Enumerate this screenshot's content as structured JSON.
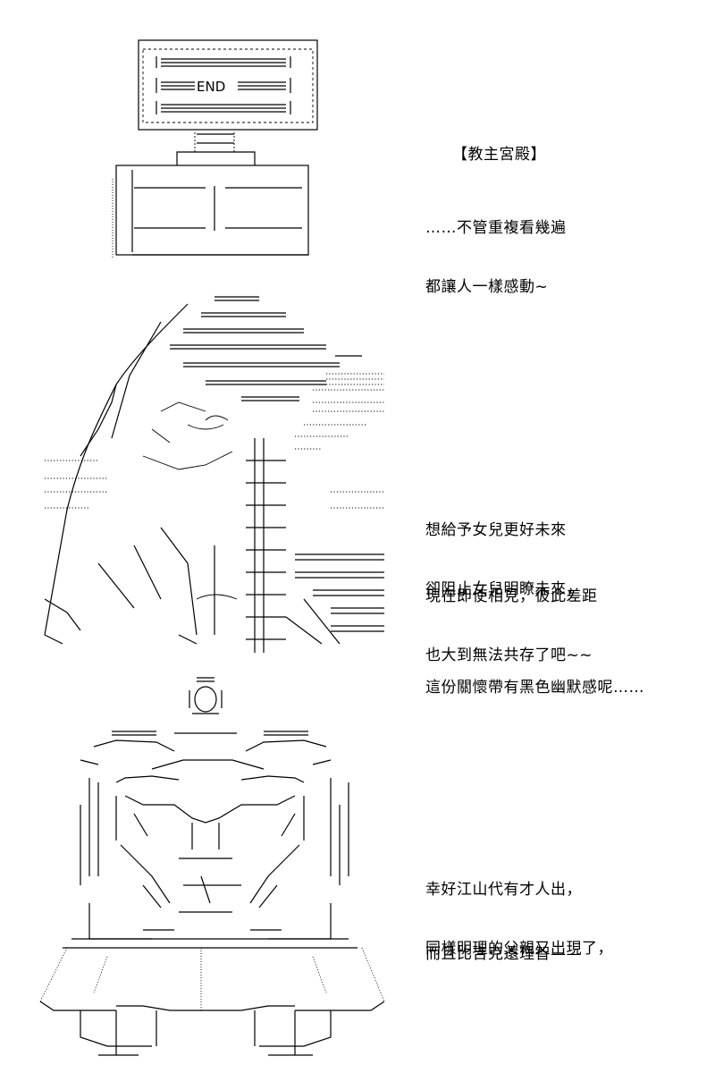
{
  "panel1": {
    "sign_text": "END",
    "title": "【教主宮殿】",
    "lines": [
      "……不管重複看幾遍",
      "都讓人一樣感動~"
    ]
  },
  "panel2": {
    "lines": [
      "想給予女兒更好未來",
      "卻阻止女兒明瞭未來，"
    ],
    "lines2": [
      "現在即使相見，彼此差距",
      "也大到無法共存了吧~~"
    ],
    "lines3": [
      "這份關懷帶有黑色幽默感呢……"
    ]
  },
  "panel3": {
    "lines": [
      "幸好江山代有才人出，",
      "同樣明理的父親又出現了，"
    ],
    "lines2": [
      "而且比吉克還理智——"
    ]
  }
}
